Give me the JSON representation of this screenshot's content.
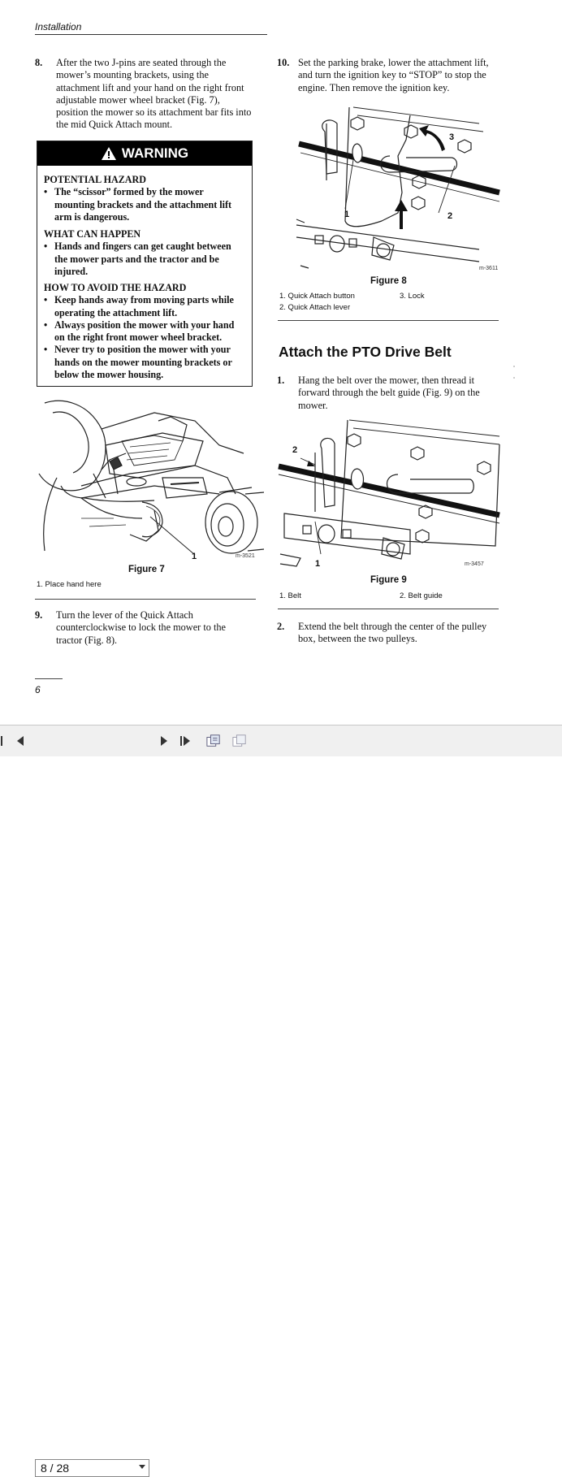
{
  "header": {
    "section": "Installation"
  },
  "steps": {
    "s8": {
      "num": "8.",
      "lines": [
        "After the two J-pins are seated through the",
        "mower’s mounting brackets, using the",
        "attachment lift and your hand on the right front",
        "adjustable mower wheel bracket (Fig. 7),",
        "position the mower so its attachment bar fits into",
        "the mid Quick Attach mount."
      ]
    },
    "s9": {
      "num": "9.",
      "lines": [
        "Turn the lever of the Quick Attach",
        "counterclockwise to lock the mower to the",
        "tractor (Fig. 8)."
      ]
    },
    "s10": {
      "num": "10.",
      "lines": [
        "Set the parking brake, lower the attachment lift,",
        "and turn the ignition key to “STOP” to stop the",
        "engine.  Then remove the ignition key."
      ]
    },
    "b1": {
      "num": "1.",
      "lines": [
        "Hang the belt over the mower, then thread it",
        "forward through the belt guide (Fig. 9) on the",
        "mower."
      ]
    },
    "b2": {
      "num": "2.",
      "lines": [
        "Extend the belt through the center of the pulley",
        "box, between the two pulleys."
      ]
    }
  },
  "warning": {
    "title": "WARNING",
    "h1": "POTENTIAL HAZARD",
    "p1": [
      "The “scissor” formed by the mower",
      "mounting brackets and the attachment lift",
      "arm is dangerous."
    ],
    "h2": "WHAT CAN HAPPEN",
    "p2": [
      "Hands and fingers can get caught between",
      "the mower parts and the tractor and be",
      "injured."
    ],
    "h3": "HOW TO AVOID THE HAZARD",
    "p3": [
      "Keep hands away from moving parts while",
      "operating the attachment lift."
    ],
    "p4": [
      "Always position the mower with your hand",
      "on the right front mower wheel bracket."
    ],
    "p5": [
      "Never try to position the mower with your",
      "hands on the mower mounting brackets or",
      "below the mower housing."
    ]
  },
  "figures": {
    "fig7": {
      "caption": "Figure 7",
      "id": "m-3521",
      "callout1": "1",
      "legend": [
        "1.  Place hand here"
      ]
    },
    "fig8": {
      "caption": "Figure 8",
      "id": "m-3611",
      "callout1": "1",
      "callout2": "2",
      "callout3": "3",
      "legend_left": [
        "1.  Quick Attach button",
        "2.  Quick Attach lever"
      ],
      "legend_right": [
        "3.  Lock"
      ]
    },
    "fig9": {
      "caption": "Figure 9",
      "id": "m-3457",
      "callout1": "1",
      "callout2": "2",
      "legend_left": [
        "1.  Belt"
      ],
      "legend_right": [
        "2.  Belt guide"
      ]
    }
  },
  "section_title": "Attach the PTO Drive Belt",
  "page_number": "6",
  "viewer": {
    "page_display": "8 / 28",
    "icons": [
      "first-page-icon",
      "prev-page-icon",
      "next-page-icon",
      "last-page-icon",
      "fit-page-icon",
      "fit-width-icon"
    ]
  }
}
